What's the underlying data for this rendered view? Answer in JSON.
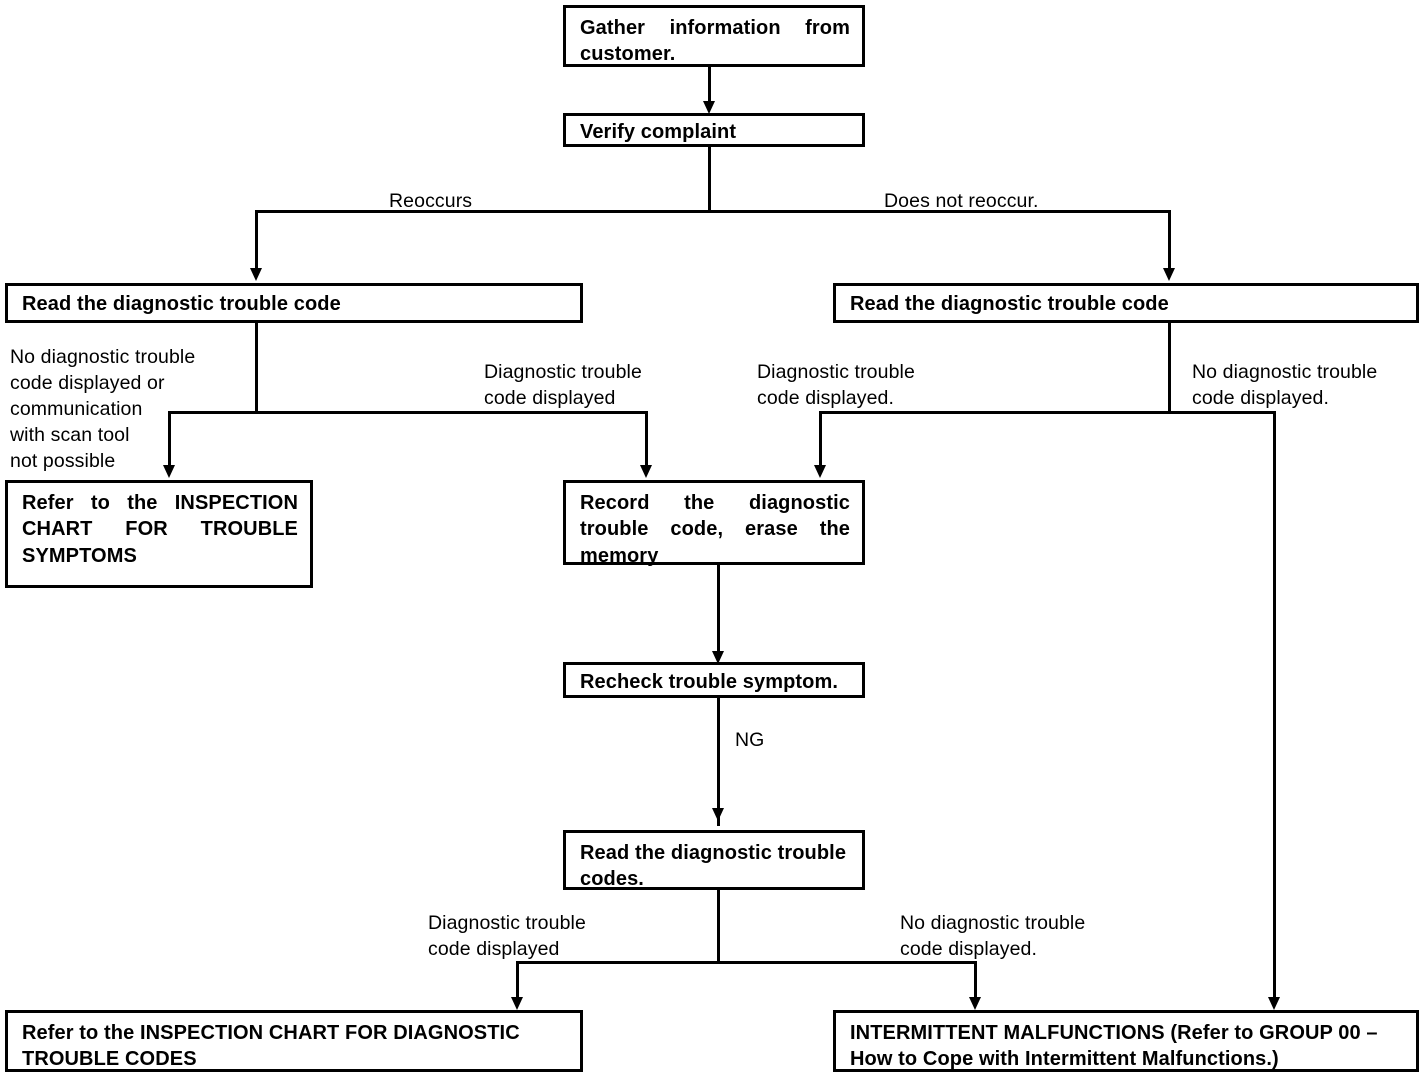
{
  "diagram": {
    "title": "Diagnostic trouble code troubleshooting flowchart",
    "background": "#ffffff",
    "line_color": "#000000"
  },
  "boxes": {
    "gather": "Gather   information   from customer.",
    "verify": "Verify complaint",
    "read_left": "Read the diagnostic trouble code",
    "read_right": "Read the diagnostic trouble code",
    "refer_trouble_symptoms": "Refer  to  the  INSPECTION CHART   FOR   TROUBLE SYMPTOMS",
    "record": "Record     the     diagnostic trouble  code,  erase  the memory",
    "recheck": "Recheck trouble symptom.",
    "read_codes": "Read the diagnostic trouble codes.",
    "refer_dtc": "Refer to the INSPECTION CHART FOR DIAGNOSTIC TROUBLE CODES",
    "intermittent": "INTERMITTENT MALFUNCTIONS (Refer to GROUP 00 – How to Cope with Intermittent Malfunctions.)"
  },
  "labels": {
    "reoccurs": "Reoccurs",
    "does_not_reoccur": "Does not reoccur.",
    "no_code_or_comm": "No diagnostic trouble\ncode displayed or\ncommunication\nwith scan tool\nnot possible",
    "code_displayed_left": "Diagnostic trouble\ncode displayed",
    "code_displayed_mid": "Diagnostic trouble\ncode displayed.",
    "no_code_right": "No diagnostic trouble\ncode displayed.",
    "ng": "NG",
    "code_displayed_bottom": "Diagnostic   trouble\ncode displayed",
    "no_code_bottom": "No diagnostic trouble\ncode displayed."
  }
}
